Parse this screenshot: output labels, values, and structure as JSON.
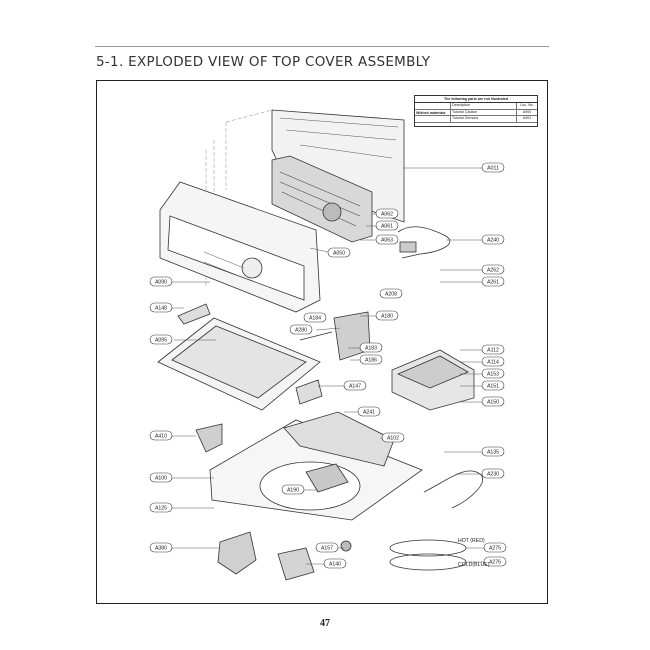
{
  "page": {
    "title": "5-1. EXPLODED VIEW OF TOP COVER ASSEMBLY",
    "page_number": "47"
  },
  "legend": {
    "header": "The following parts are not illustrated",
    "columns": [
      "",
      "Description",
      "Loc. No."
    ],
    "side_label": "Wished materials",
    "rows": [
      {
        "description": "Tutorial Caution",
        "loc": "A900"
      },
      {
        "description": "Tutorial Demons",
        "loc": "A901"
      }
    ]
  },
  "part_labels": [
    {
      "id": "A011"
    },
    {
      "id": "A062"
    },
    {
      "id": "A061"
    },
    {
      "id": "A063"
    },
    {
      "id": "A050"
    },
    {
      "id": "A240"
    },
    {
      "id": "A262"
    },
    {
      "id": "A261"
    },
    {
      "id": "A208"
    },
    {
      "id": "A090"
    },
    {
      "id": "A148"
    },
    {
      "id": "A184"
    },
    {
      "id": "A180"
    },
    {
      "id": "A280"
    },
    {
      "id": "A183"
    },
    {
      "id": "A186"
    },
    {
      "id": "A095"
    },
    {
      "id": "A112"
    },
    {
      "id": "A114"
    },
    {
      "id": "A153"
    },
    {
      "id": "A151"
    },
    {
      "id": "A150"
    },
    {
      "id": "A147"
    },
    {
      "id": "A241"
    },
    {
      "id": "A410"
    },
    {
      "id": "A102"
    },
    {
      "id": "A135"
    },
    {
      "id": "A100"
    },
    {
      "id": "A230"
    },
    {
      "id": "A190"
    },
    {
      "id": "A125"
    },
    {
      "id": "A380"
    },
    {
      "id": "A157"
    },
    {
      "id": "A275"
    },
    {
      "id": "A140"
    },
    {
      "id": "A276"
    }
  ],
  "hose_tags": [
    "HOT (RED)",
    "COLD(BLUE)"
  ],
  "colors": {
    "ink": "#222222",
    "rule": "#9a9a9a",
    "background": "#ffffff"
  }
}
